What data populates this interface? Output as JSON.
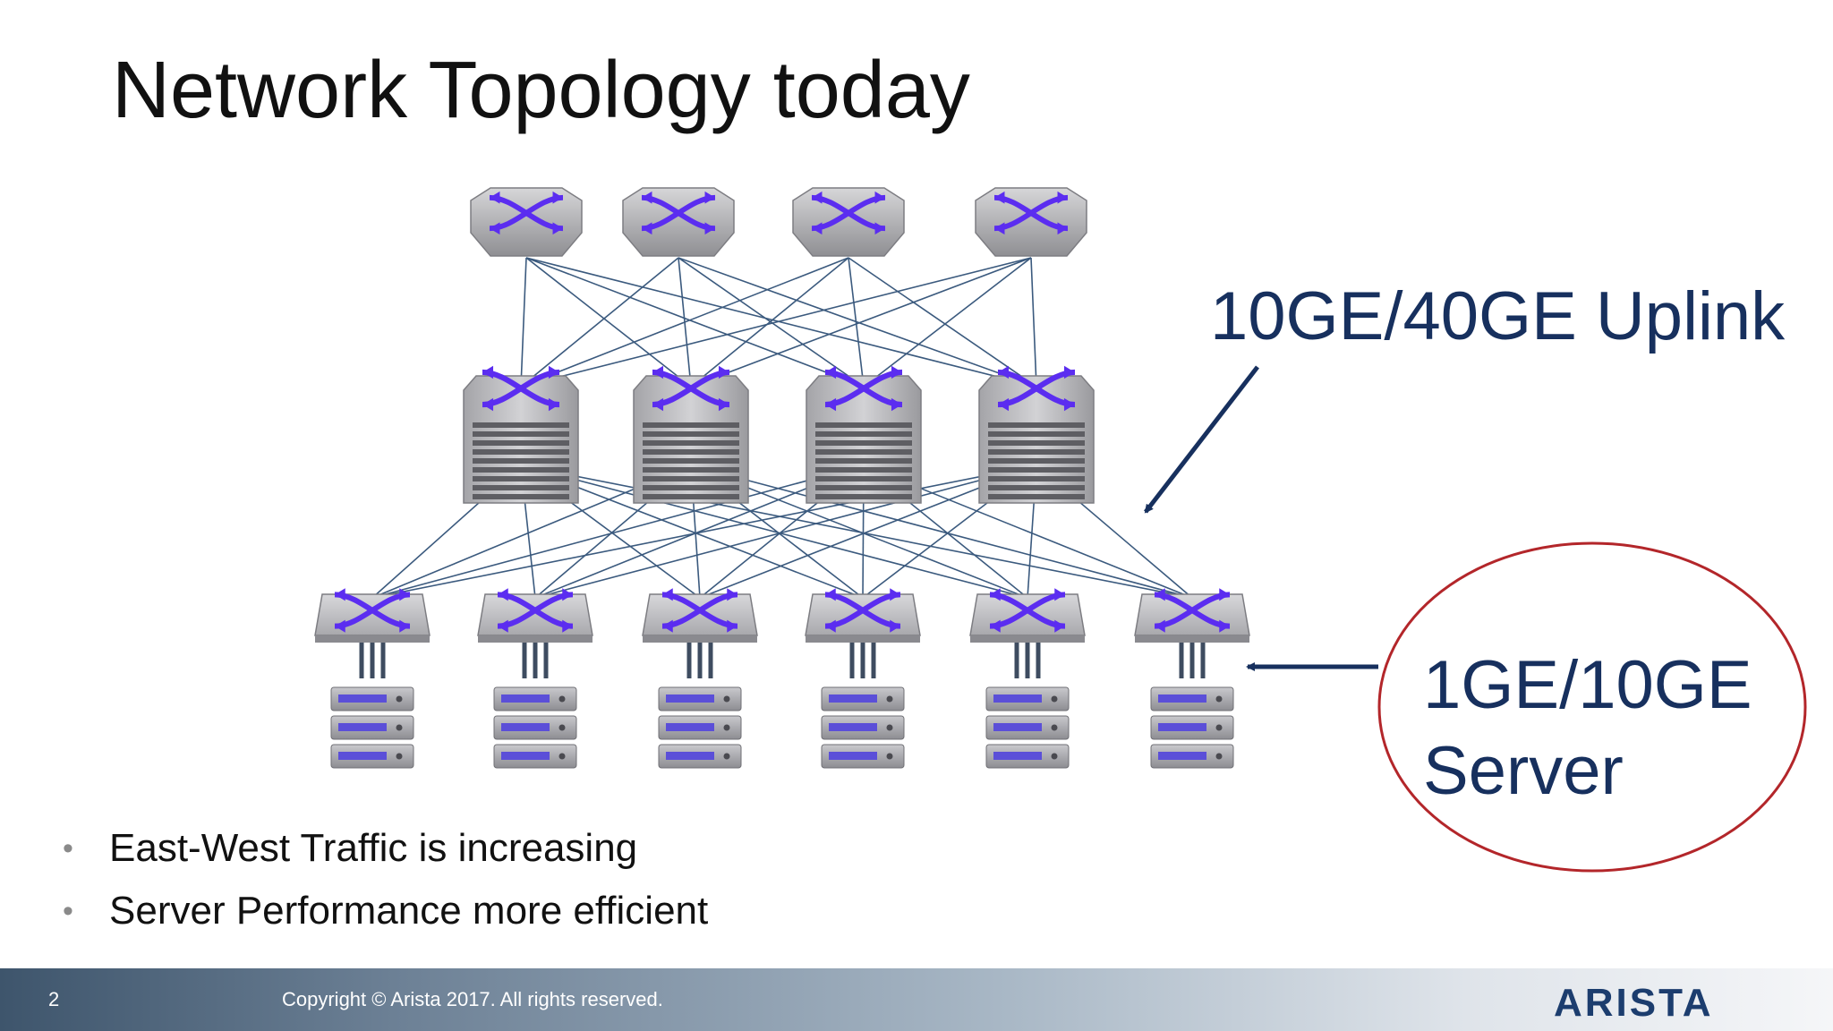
{
  "slide": {
    "title": "Network Topology today",
    "page_number": "2",
    "copyright": "Copyright © Arista 2017. All rights reserved.",
    "logo_text": "ARISTA"
  },
  "diagram": {
    "uplink_label": "10GE/40GE Uplink",
    "server_label_line1": "1GE/10GE",
    "server_label_line2": "Server",
    "spine_count": 4,
    "leaf_count": 4,
    "tor_count": 6,
    "servers_per_rack": 3
  },
  "bullets": [
    "East-West Traffic is increasing",
    "Server Performance more efficient"
  ],
  "colors": {
    "link": "#3b5a7e",
    "arrow": "#17305e",
    "switch_icon": "#5b2df0",
    "highlight_ellipse": "#b3262a"
  }
}
